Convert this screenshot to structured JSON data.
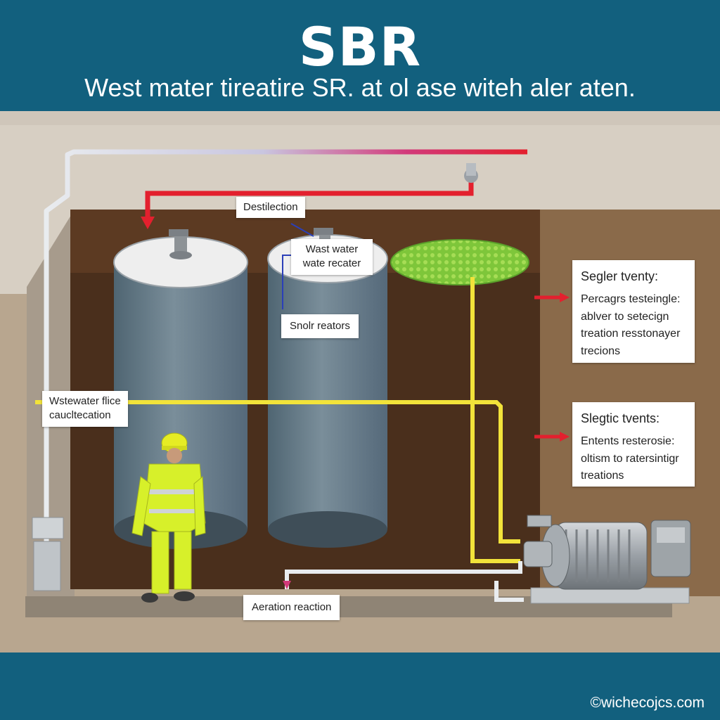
{
  "header": {
    "title": "SBR",
    "subtitle": "West mater tireatire SR. at ol ase witeh aler aten."
  },
  "labels": {
    "destilection": "Destilection",
    "wastewater_reactor": [
      "Wast water",
      "wate recater"
    ],
    "snolr_reactors": "Snolr reators",
    "wastewater_flice": [
      "Wstewater flice",
      "caucltecation"
    ],
    "aeration_reaction": "Aeration reaction"
  },
  "side_panels": [
    {
      "heading": "Segler tventy:",
      "lines": [
        "Percagrs testeingle:",
        "ablver to setecign",
        "treation resstonayer",
        "trecions"
      ]
    },
    {
      "heading": "Slegtic tvents:",
      "lines": [
        "Entents resterosie:",
        "oltism to ratersintigr",
        "treations"
      ]
    }
  ],
  "footer": {
    "watermark": "©wichecojcs.com"
  },
  "colors": {
    "header": "#12607e",
    "pipe_red": "#e3202e",
    "pipe_yellow": "#f2e33a",
    "pipe_white": "#e9ecef",
    "worker_suit": "#d7f02a"
  }
}
